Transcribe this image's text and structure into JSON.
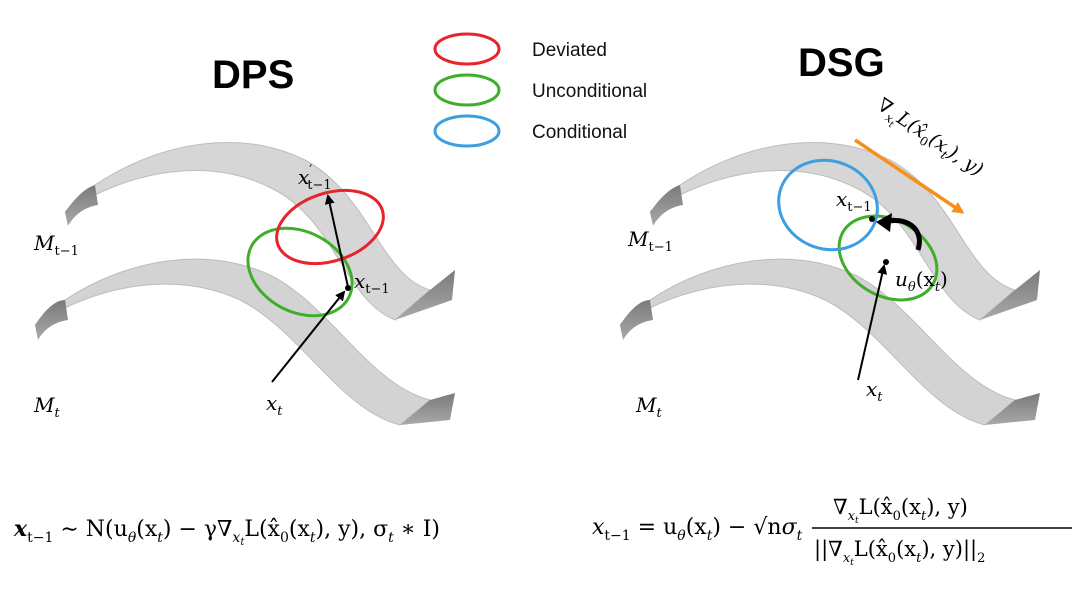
{
  "titles": {
    "left": "DPS",
    "right": "DSG"
  },
  "legend": [
    {
      "label": "Deviated",
      "color": "#e8232b"
    },
    {
      "label": "Unconditional",
      "color": "#3fae29"
    },
    {
      "label": "Conditional",
      "color": "#3d9ee0"
    }
  ],
  "manifold_labels": {
    "upper": {
      "base": "M",
      "sub": "t−1"
    },
    "lower": {
      "base": "M",
      "sub": "t"
    }
  },
  "left_panel": {
    "x_t": {
      "base": "x",
      "sub": "t"
    },
    "x_tm1": {
      "base": "x",
      "sub": "t−1"
    },
    "x_tm1_prime": {
      "base": "x",
      "sub": "t−1",
      "sup": "′"
    }
  },
  "right_panel": {
    "x_t": {
      "base": "x",
      "sub": "t"
    },
    "x_tm1": {
      "base": "x",
      "sub": "t−1"
    },
    "u_theta": {
      "pre": "u",
      "sub": "θ",
      "post": "(x",
      "sub2": "t",
      "end": ")"
    },
    "gradient_label": {
      "grad": "∇",
      "sub": "x",
      "subsub": "t",
      "body": "L(x̂",
      "sub2": "0",
      "body2": "(x",
      "sub3": "t",
      "end": "), y)"
    },
    "gradient_color": "#f5901e"
  },
  "formulas": {
    "left": {
      "lhs": "x",
      "lhs_sub": "t−1",
      "rel": " ∼ N(u",
      "theta": "θ",
      "p1": "(x",
      "t1": "t",
      "p2": ") − γ∇",
      "gx": "x",
      "gxt": "t",
      "p3": "L(x̂",
      "zero": "0",
      "p4": "(x",
      "t2": "t",
      "p5": "), y), σ",
      "sig_t": "t",
      "p6": " ∗ I)"
    },
    "right": {
      "lhs": "x",
      "lhs_sub": "t−1",
      "rel": " = u",
      "theta": "θ",
      "p1": "(x",
      "t1": "t",
      "p2": ") − ",
      "sqrt": "√n",
      "sigma": "σ",
      "sig_t": "t",
      "num_a": "∇",
      "num_gx": "x",
      "num_gxt": "t",
      "num_b": "L(x̂",
      "num_zero": "0",
      "num_c": "(x",
      "num_t": "t",
      "num_d": "), y)",
      "den_a": "||∇",
      "den_gx": "x",
      "den_gxt": "t",
      "den_b": "L(x̂",
      "den_zero": "0",
      "den_c": "(x",
      "den_t": "t",
      "den_d": "), y)||",
      "den_two": "2"
    }
  }
}
